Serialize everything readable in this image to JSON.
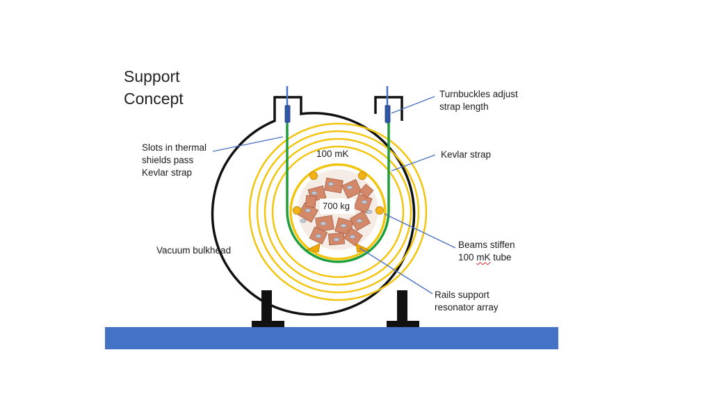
{
  "title": {
    "line1": "Support",
    "line2": "Concept"
  },
  "labels": {
    "turnbuckles": {
      "line1": "Turnbuckles adjust",
      "line2": "strap length"
    },
    "slots": {
      "line1": "Slots in thermal",
      "line2": "shields pass",
      "line3": "Kevlar strap"
    },
    "kevlar": "Kevlar strap",
    "temp_100mk": "100 mK",
    "mass": "700 kg",
    "vacuum": "Vacuum bulkhead",
    "beams": {
      "line1": "Beams stiffen",
      "line2_pre": "100 ",
      "line2_mk": "mK",
      "line2_post": " tube"
    },
    "rails": {
      "line1": "Rails support",
      "line2": "resonator array"
    }
  },
  "colors": {
    "shield": "#f2c40e",
    "strap": "#1f9e3c",
    "rod": "#4472c4",
    "floor": "#4472c4",
    "beam": "#f4b21a",
    "leader": "#4a72c0",
    "resonator": "#d4886a"
  }
}
